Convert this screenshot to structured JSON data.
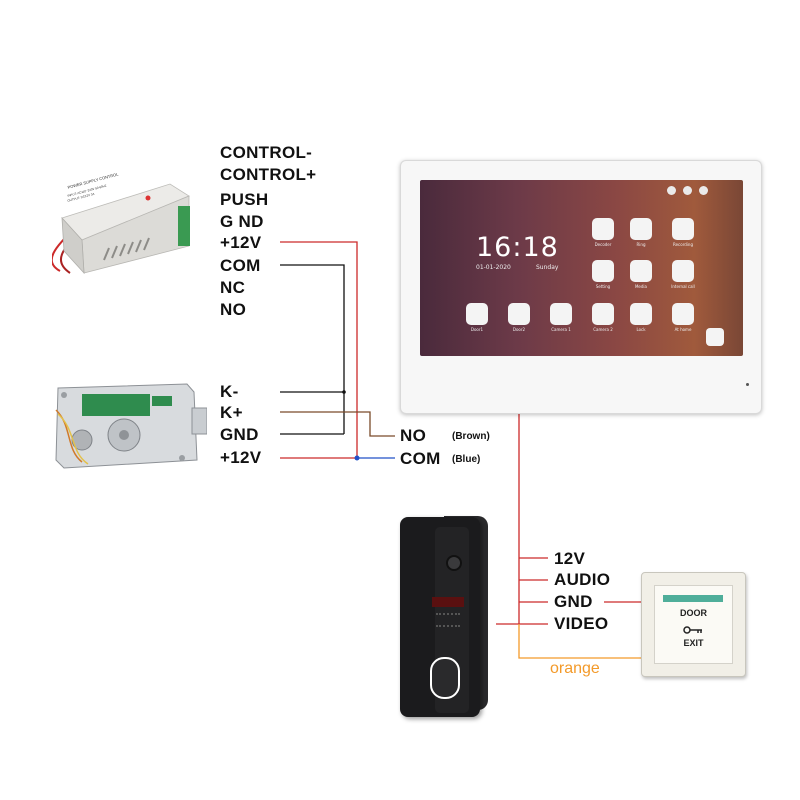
{
  "power_supply": {
    "terminals": [
      "CONTROL-",
      "CONTROL+",
      "PUSH",
      "G ND",
      "+12V",
      "COM",
      "NC",
      "NO"
    ],
    "label_line1": "POWER SUPPLY CONTROL",
    "label_line2": "INPUT: AC110~240V 50-60HZ",
    "label_line3": "OUTPUT: DC12V 3A"
  },
  "lock": {
    "terminals": [
      "K-",
      "K+",
      "GND",
      "+12V"
    ]
  },
  "lock_relay": {
    "no_label": "NO",
    "no_color": "(Brown)",
    "com_label": "COM",
    "com_color": "(Blue)"
  },
  "monitor": {
    "clock": "16:18",
    "date": "01-01-2020",
    "day": "Sunday",
    "tiles": [
      "Decoder",
      "Ring",
      "Recording",
      "Setting",
      "Media",
      "Internal call",
      "Door1",
      "Door2",
      "Camera 1",
      "Camera 2",
      "Lock",
      "At home"
    ]
  },
  "doorbell": {
    "terminals": [
      "12V",
      "AUDIO",
      "GND",
      "VIDEO"
    ],
    "extra_wire": "orange"
  },
  "exit_button": {
    "line1": "DOOR",
    "line2": "EXIT"
  },
  "wire_colors": {
    "red": "#cc2a2a",
    "black": "#111111",
    "brown": "#7a4a2a",
    "blue": "#2250c8",
    "orange": "#f39a2a",
    "gray": "#666666"
  }
}
